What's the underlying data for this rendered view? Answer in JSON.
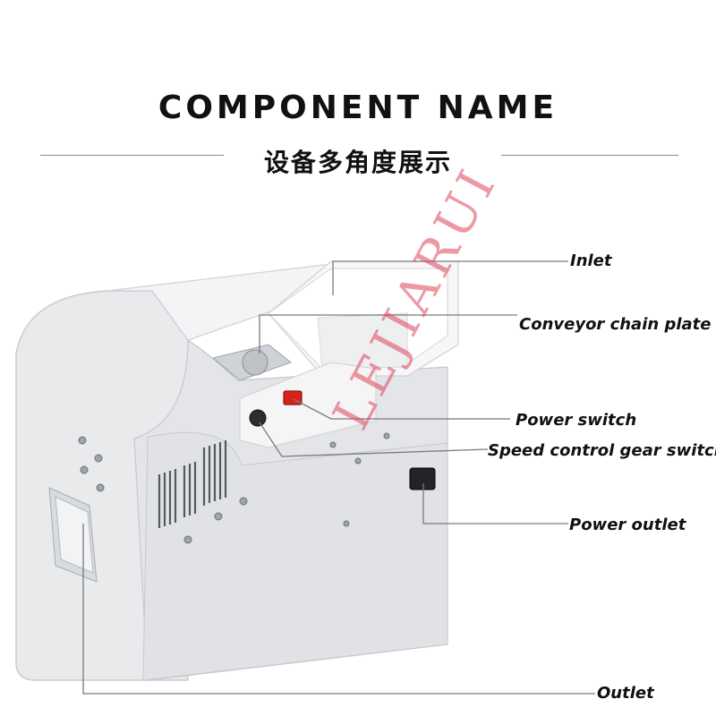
{
  "header": {
    "title": "COMPONENT NAME",
    "subtitle": "设备多角度展示"
  },
  "labels": {
    "inlet": "Inlet",
    "conveyor": "Conveyor chain plate",
    "power_switch": "Power switch",
    "speed_control": "Speed control gear switch",
    "power_outlet": "Power outlet",
    "outlet": "Outlet"
  },
  "watermark": "LEJIARUI",
  "colors": {
    "machine": "#ecedef",
    "switch": "#d8221c",
    "leader": "#7a7a7a"
  }
}
